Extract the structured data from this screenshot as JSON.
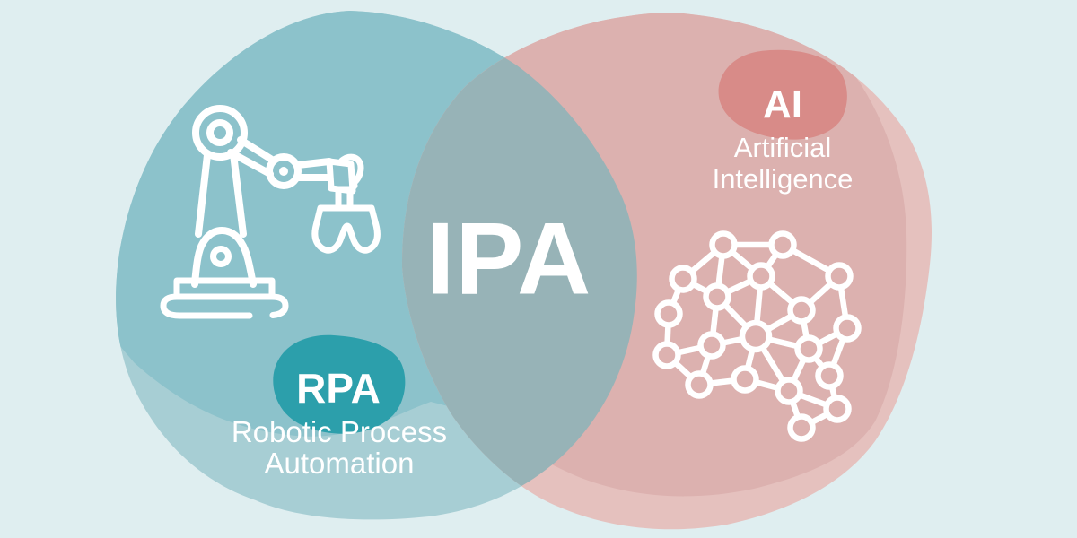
{
  "diagram": {
    "center": {
      "abbr": "IPA"
    },
    "left": {
      "abbr": "RPA",
      "name": "Robotic Process\nAutomation",
      "icon": "robot-arm-icon"
    },
    "right": {
      "abbr": "AI",
      "name": "Artificial\nIntelligence",
      "icon": "ai-brain-icon"
    }
  },
  "colors": {
    "background": "#dfeef0",
    "teal_light": "#a7ced4",
    "teal_dark": "#8cc2cb",
    "pink_light": "#e5c1be",
    "pink_dark": "#dcb1af",
    "overlap": "#97b3b7",
    "rpa_accent": "#2c9fab",
    "ai_accent": "#d88b88",
    "icon_stroke": "#ffffff",
    "label_text": "#ffffff"
  }
}
